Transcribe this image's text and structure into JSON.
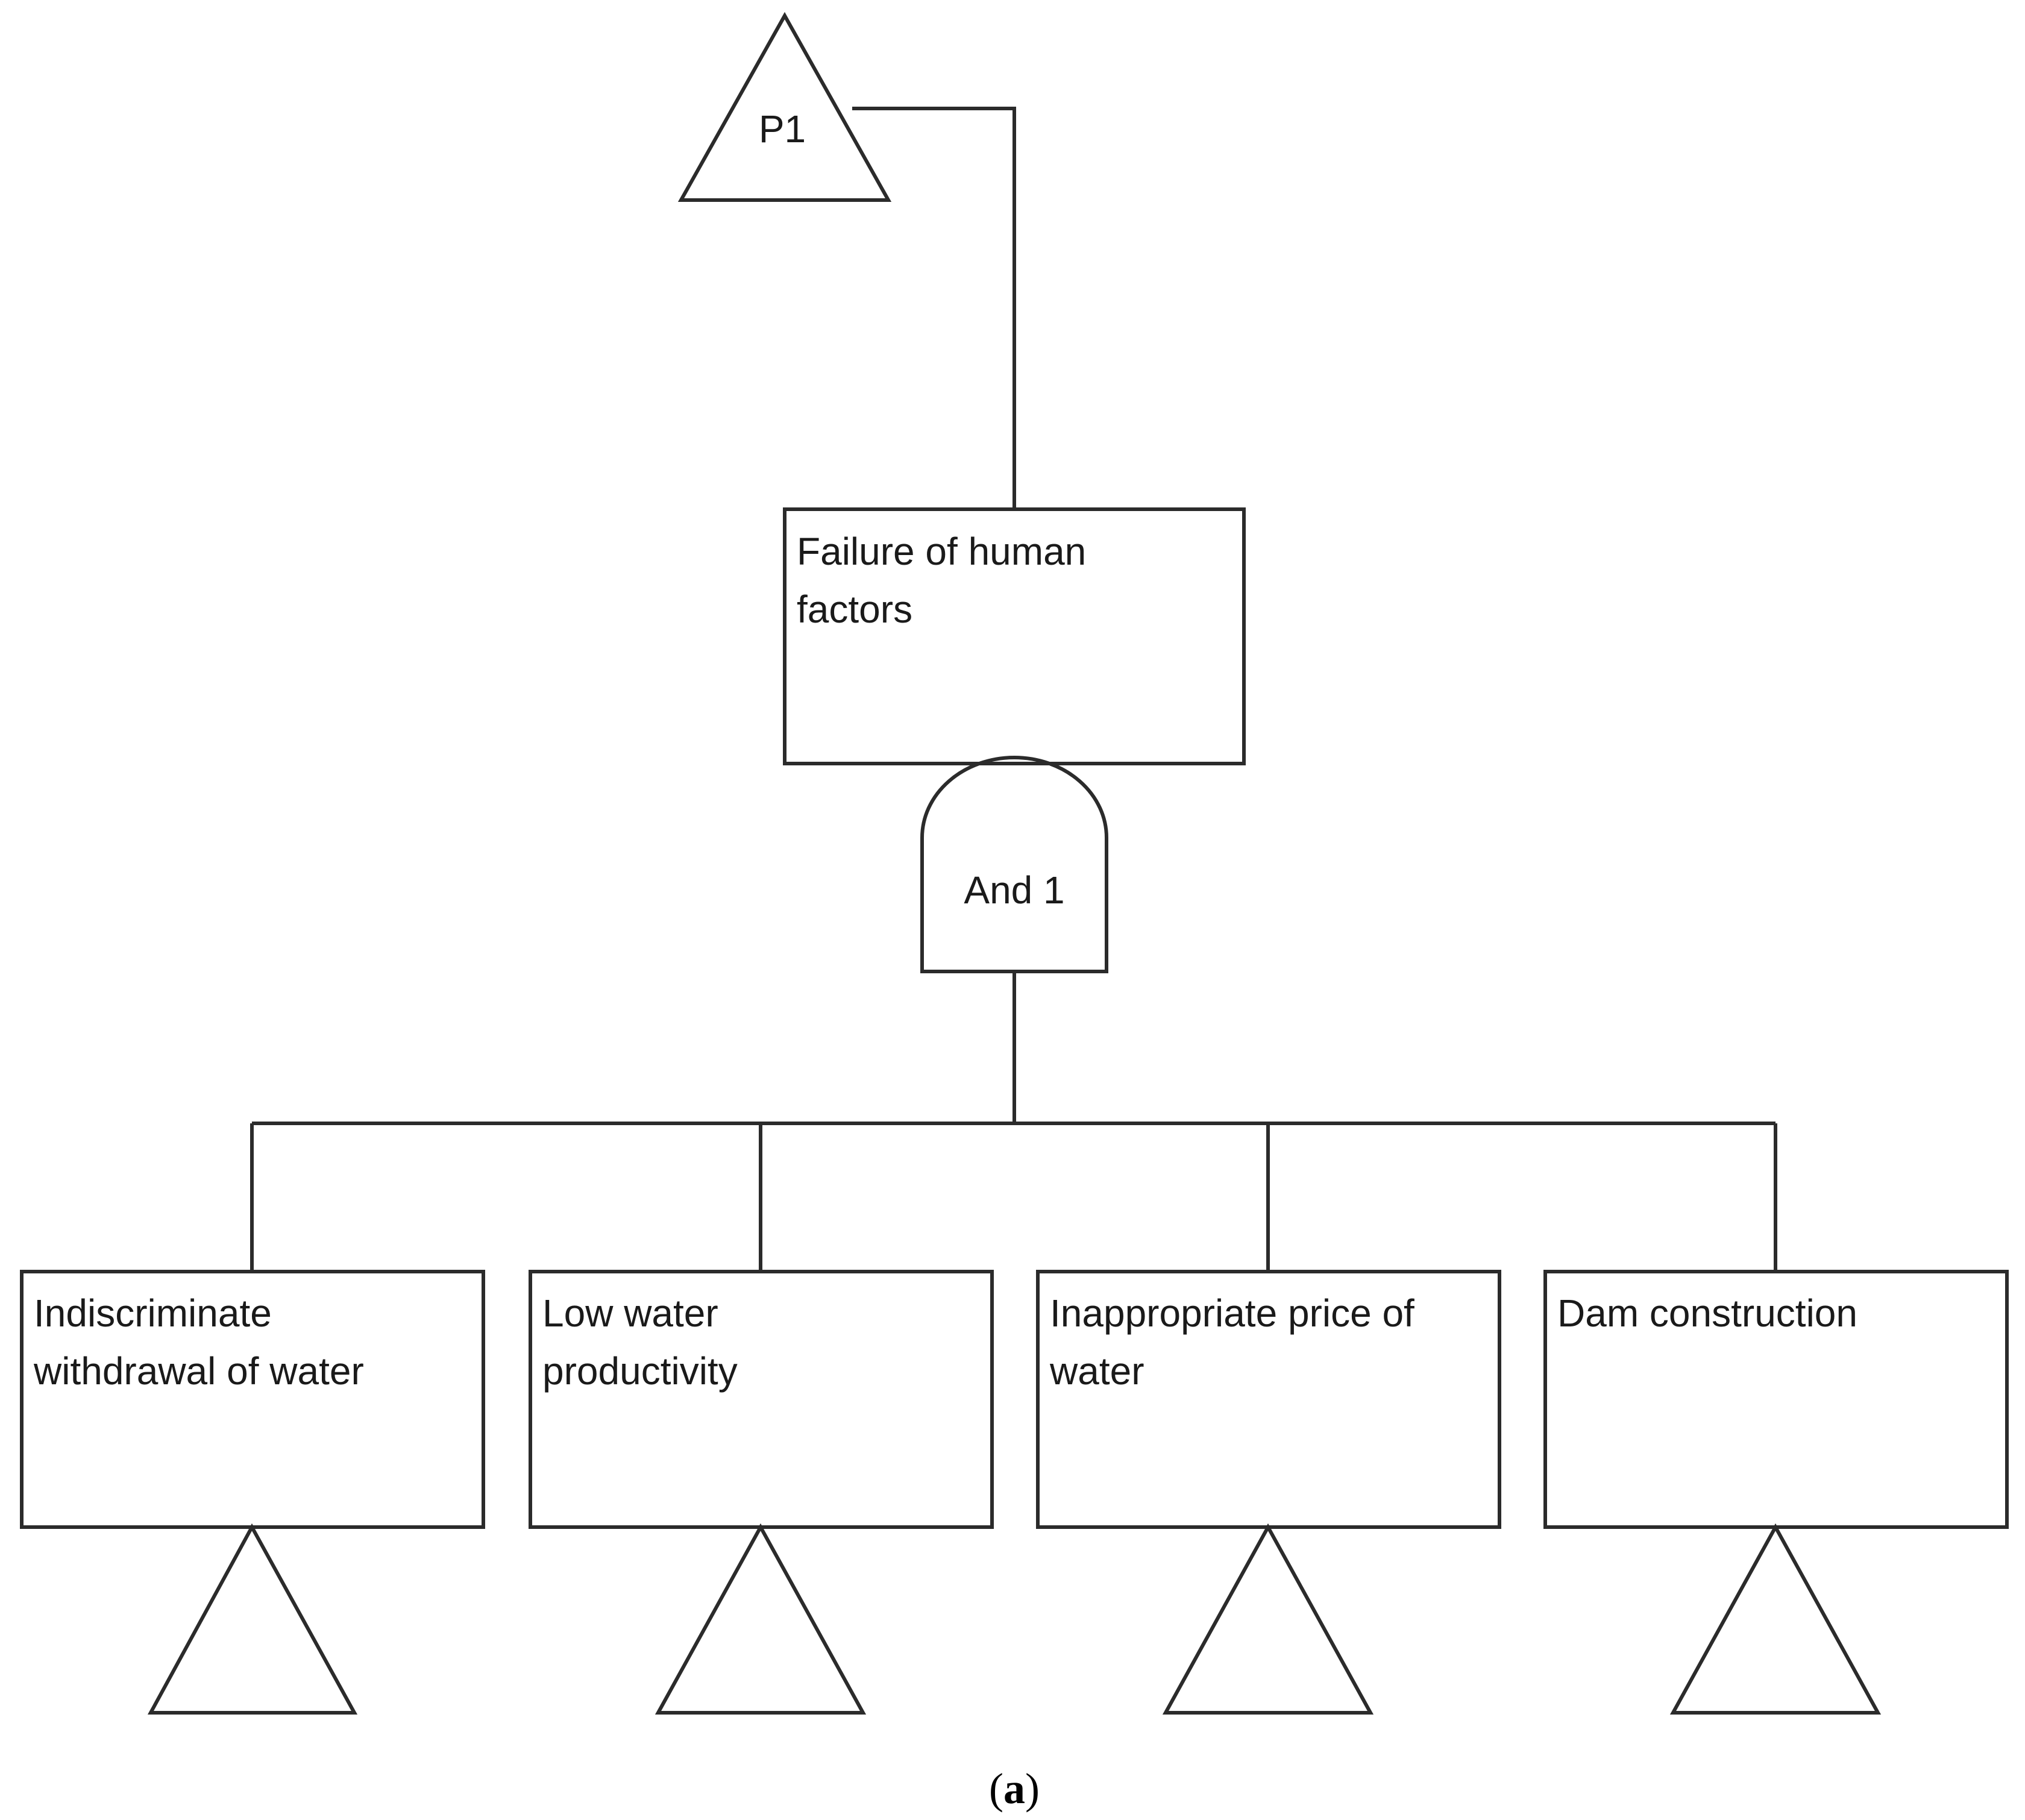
{
  "diagram": {
    "transfer_symbol": {
      "label": "P1"
    },
    "top_event": {
      "lines": [
        "Failure of human",
        "factors"
      ]
    },
    "gate": {
      "type": "and",
      "label": "And 1"
    },
    "basic_events": [
      {
        "lines": [
          "Indiscriminate",
          "withdrawal of water"
        ]
      },
      {
        "lines": [
          "Low water",
          "productivity"
        ]
      },
      {
        "lines": [
          "Inappropriate price of",
          "water"
        ]
      },
      {
        "lines": [
          "Dam construction"
        ]
      }
    ]
  },
  "caption": {
    "open": "(",
    "letter": "a",
    "close": ")"
  },
  "colors": {
    "line": "#2b2b2b",
    "text": "#1a1a1a",
    "background": "#ffffff"
  }
}
